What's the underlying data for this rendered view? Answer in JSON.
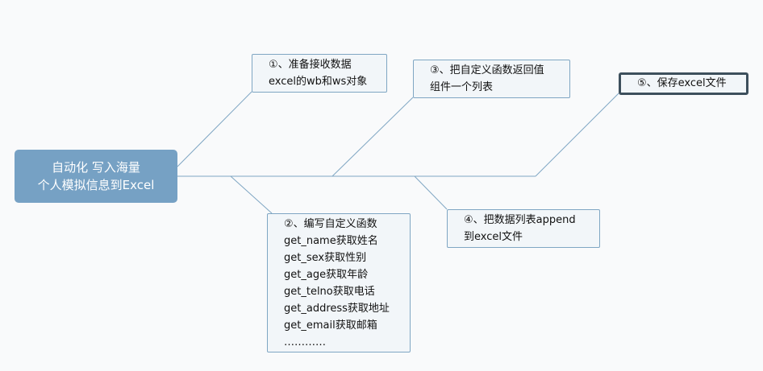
{
  "root": {
    "lines": [
      "自动化 写入海量",
      "个人模拟信息到Excel"
    ]
  },
  "nodes": {
    "n1": {
      "lines": [
        "①、准备接收数据",
        "excel的wb和ws对象"
      ]
    },
    "n2": {
      "lines": [
        "②、编写自定义函数",
        "get_name获取姓名",
        "get_sex获取性别",
        "get_age获取年龄",
        "get_telno获取电话",
        "get_address获取地址",
        "get_email获取邮箱",
        "…………"
      ]
    },
    "n3": {
      "lines": [
        "③、把自定义函数返回值",
        "组件一个列表"
      ]
    },
    "n4": {
      "lines": [
        "④、把数据列表append",
        "到excel文件"
      ]
    },
    "n5": {
      "lines": [
        "⑤、保存excel文件"
      ]
    }
  },
  "colors": {
    "root_fill": "#76a1c4",
    "node_fill": "#f2f6f9",
    "node_border": "#7fa6c3",
    "selected_border": "#3d4f5c",
    "connector": "#7fa6c3",
    "background": "#f9fafb"
  }
}
